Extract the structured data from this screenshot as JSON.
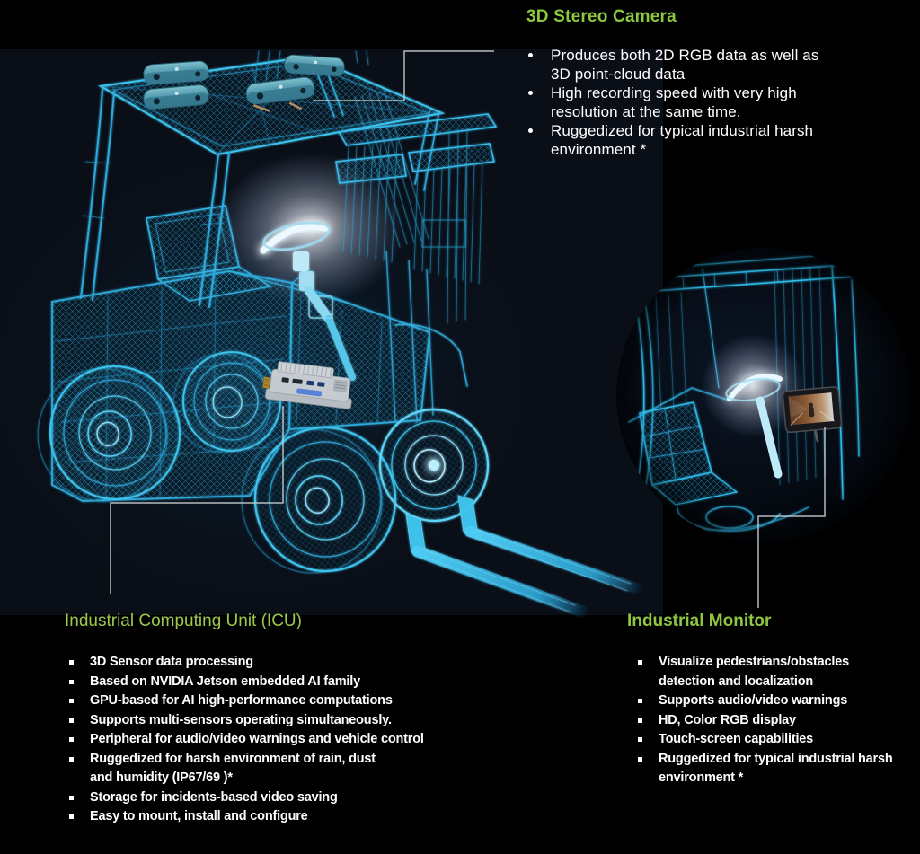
{
  "colors": {
    "background": "#000000",
    "photo_background": "#0a0e17",
    "accent_green": "#8dc63f",
    "wireframe_cyan": "#2eb6e8",
    "bullet_text": "#ffffff",
    "connector_line": "#c9cfcf"
  },
  "sections": {
    "stereo_camera": {
      "title": "3D Stereo Camera",
      "bullets": [
        "Produces both 2D RGB data as well as\n3D point-cloud data",
        "High recording speed with very high\nresolution at the same time.",
        "Ruggedized for typical industrial harsh\nenvironment *"
      ]
    },
    "icu": {
      "title": "Industrial Computing Unit (ICU)",
      "bullets": [
        "3D Sensor data processing",
        "Based on NVIDIA Jetson embedded AI family",
        "GPU-based for AI high-performance computations",
        "Supports multi-sensors operating simultaneously.",
        "Peripheral for audio/video warnings and vehicle control",
        "Ruggedized for harsh environment of rain, dust\nand humidity (IP67/69 )*",
        "Storage for incidents-based video saving",
        "Easy to mount, install and configure"
      ]
    },
    "monitor": {
      "title": "Industrial Monitor",
      "bullets": [
        "Visualize pedestrians/obstacles\ndetection and localization",
        "Supports audio/video warnings",
        "HD, Color RGB display",
        "Touch-screen capabilities",
        "Ruggedized for typical industrial harsh\nenvironment *"
      ]
    }
  },
  "figure": {
    "icons": {
      "forklift": "cyan-wireframe-forklift",
      "stereo_camera_device": "teal-stereo-camera-bar",
      "icu_device": "silver-rugged-computer-box",
      "monitor_device": "cab-mounted-display",
      "inset": "circular-cab-closeup"
    }
  }
}
